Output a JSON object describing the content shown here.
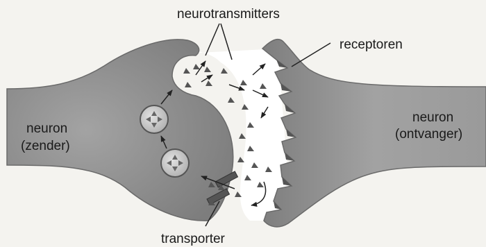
{
  "labels": {
    "neurotransmitters": "neurotransmitters",
    "receptoren": "receptoren",
    "sender_line1": "neuron",
    "sender_line2": "(zender)",
    "receiver_line1": "neuron",
    "receiver_line2": "(ontvanger)",
    "transporter": "transporter"
  },
  "colors": {
    "background": "#f4f3ef",
    "neuron_fill": "#8e8e8e",
    "neuron_edge": "#6a6a6a",
    "cleft": "#ffffff",
    "vesicle": "#d0d0d0",
    "transmitter": "#555555",
    "arrow": "#222222"
  }
}
